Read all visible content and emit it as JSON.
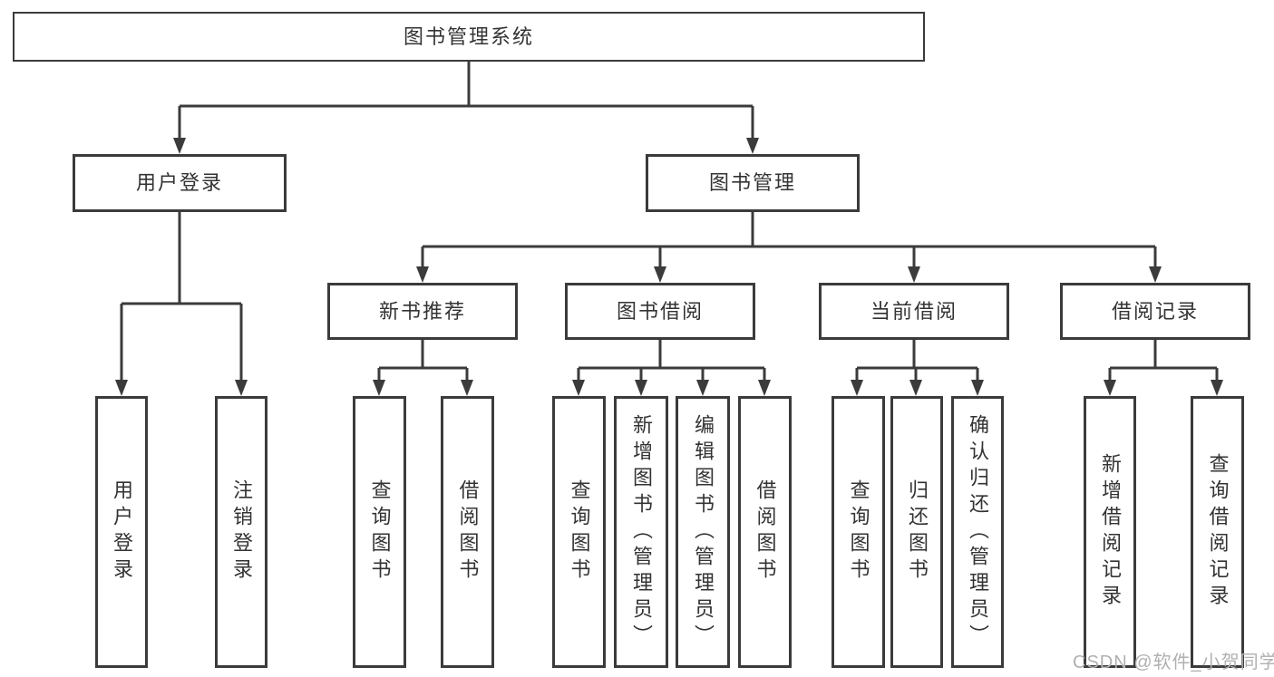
{
  "diagram": {
    "root": "图书管理系统",
    "level2": {
      "user_login": "用户登录",
      "book_mgmt": "图书管理"
    },
    "level3": {
      "new_book_rec": "新书推荐",
      "book_borrow": "图书借阅",
      "current_borrow": "当前借阅",
      "borrow_records": "借阅记录"
    },
    "leaves": {
      "user": [
        "用户登录",
        "注销登录"
      ],
      "new_book": [
        "查询图书",
        "借阅图书"
      ],
      "borrow": [
        "查询图书",
        "新增图书（管理员）",
        "编辑图书（管理员）",
        "借阅图书"
      ],
      "current": [
        "查询图书",
        "归还图书",
        "确认归还（管理员）"
      ],
      "records": [
        "新增借阅记录",
        "查询借阅记录"
      ]
    }
  },
  "watermark": "CSDN @软件_小贺同学",
  "colors": {
    "line": "#3b3b3b",
    "text": "#333333",
    "watermark": "#b0b0b0",
    "background": "#ffffff"
  }
}
